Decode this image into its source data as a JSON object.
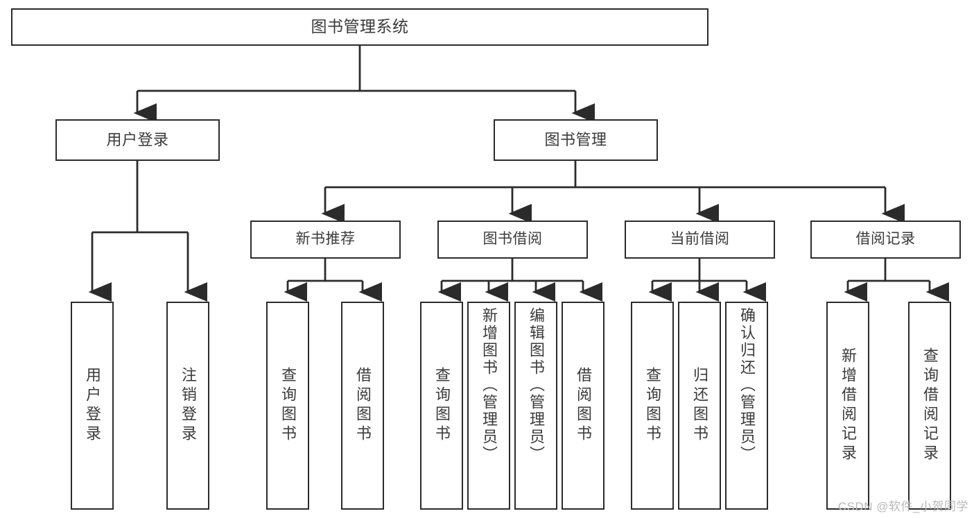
{
  "diagram": {
    "title": "图书管理系统",
    "type": "hierarchy-tree",
    "watermark": "CSDN @软件_小贺同学",
    "colors": {
      "box_border": "#2b2b2b",
      "box_fill": "#ffffff",
      "text": "#3a3a3a",
      "connector": "#2b2b2b",
      "watermark": "#b9b9b9"
    },
    "levels": {
      "root": {
        "label": "图书管理系统"
      },
      "level1": [
        {
          "label": "用户登录"
        },
        {
          "label": "图书管理"
        }
      ],
      "level2": [
        {
          "label": "新书推荐"
        },
        {
          "label": "图书借阅"
        },
        {
          "label": "当前借阅"
        },
        {
          "label": "借阅记录"
        }
      ],
      "leaves": {
        "user_login": [
          {
            "label": "用户登录"
          },
          {
            "label": "注销登录"
          }
        ],
        "new_book": [
          {
            "label": "查询图书"
          },
          {
            "label": "借阅图书"
          }
        ],
        "book_borrow": [
          {
            "label": "查询图书"
          },
          {
            "label": "新增图书（管理员）"
          },
          {
            "label": "编辑图书（管理员）"
          },
          {
            "label": "借阅图书"
          }
        ],
        "current_borrow": [
          {
            "label": "查询图书"
          },
          {
            "label": "归还图书"
          },
          {
            "label": "确认归还（管理员）"
          }
        ],
        "borrow_record": [
          {
            "label": "新增借阅记录"
          },
          {
            "label": "查询借阅记录"
          }
        ]
      }
    }
  }
}
